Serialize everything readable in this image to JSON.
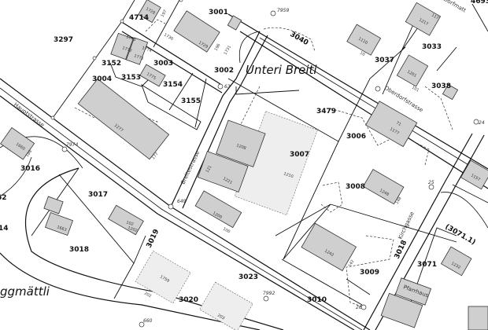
{
  "locality_names": {
    "unteri_breiti": "Unteri Breiti",
    "eggmaettli": "ggmättli"
  },
  "streets": {
    "hauptstrasse": "Hauptstrasse",
    "breitestrasse": "Breitestrasse",
    "oberdorfstrasse": "Oberdorfstrasse",
    "dorfmatt": "Dorfmatt",
    "kirchgasse": "Kirchgasse"
  },
  "parcels": {
    "p3297": "3297",
    "p4714": "4714",
    "p3001": "3001",
    "p3152": "3152",
    "p3003": "3003",
    "p3002": "3002",
    "p3004": "3004",
    "p3153": "3153",
    "p3154": "3154",
    "p3155": "3155",
    "p3040": "3040",
    "p3037": "3037",
    "p3033": "3033",
    "p3038": "3038",
    "p3479": "3479",
    "p3006": "3006",
    "p3007": "3007",
    "p3016": "3016",
    "p3017": "3017",
    "p3018": "3018",
    "p3019": "3019",
    "p3008": "3008",
    "p3009": "3009",
    "p3010": "3010",
    "p3020": "3020",
    "p3023": "3023",
    "p3071": "3071",
    "p3071_1": "(3071.1)",
    "p3018b": "3018",
    "p4693": "4693",
    "p62": "62",
    "p14": "14"
  },
  "buildings": {
    "b1728": "1728",
    "b197": "197",
    "b1730": "1730",
    "b1729": "1729",
    "b196": "196",
    "b1731": "1731",
    "b1773": "1773",
    "b1774": "1774",
    "b1772": "1772",
    "b1771": "1771",
    "b1775": "1775",
    "b1277": "1277",
    "b177": "177",
    "b1660": "1660",
    "b188": "188",
    "b1208": "1208",
    "b1221": "1221",
    "b121": "121",
    "b1210": "1210",
    "b1200": "1200",
    "b100": "100",
    "b1202": "1202",
    "b102": "102",
    "b1663": "1663",
    "b1759": "1759",
    "b202": "202",
    "b203": "203",
    "b1110": "1110",
    "b10": "10",
    "b1217": "1217",
    "b117": "117",
    "b1201": "1201",
    "b101": "101",
    "b1177": "1177",
    "b71": "71",
    "b1248": "1248",
    "b148": "148",
    "b1242": "1242",
    "b142": "142",
    "b1157": "1157",
    "b1232": "1232",
    "pfarrhaus": "Pfarrhaus"
  },
  "points": {
    "pt7959": "7959",
    "pt7974": "7974",
    "pt63": "63",
    "pt649": "649",
    "pt660": "660",
    "pt7992": "7992",
    "pt25": "25",
    "pt24": "24",
    "pt26": "26"
  }
}
